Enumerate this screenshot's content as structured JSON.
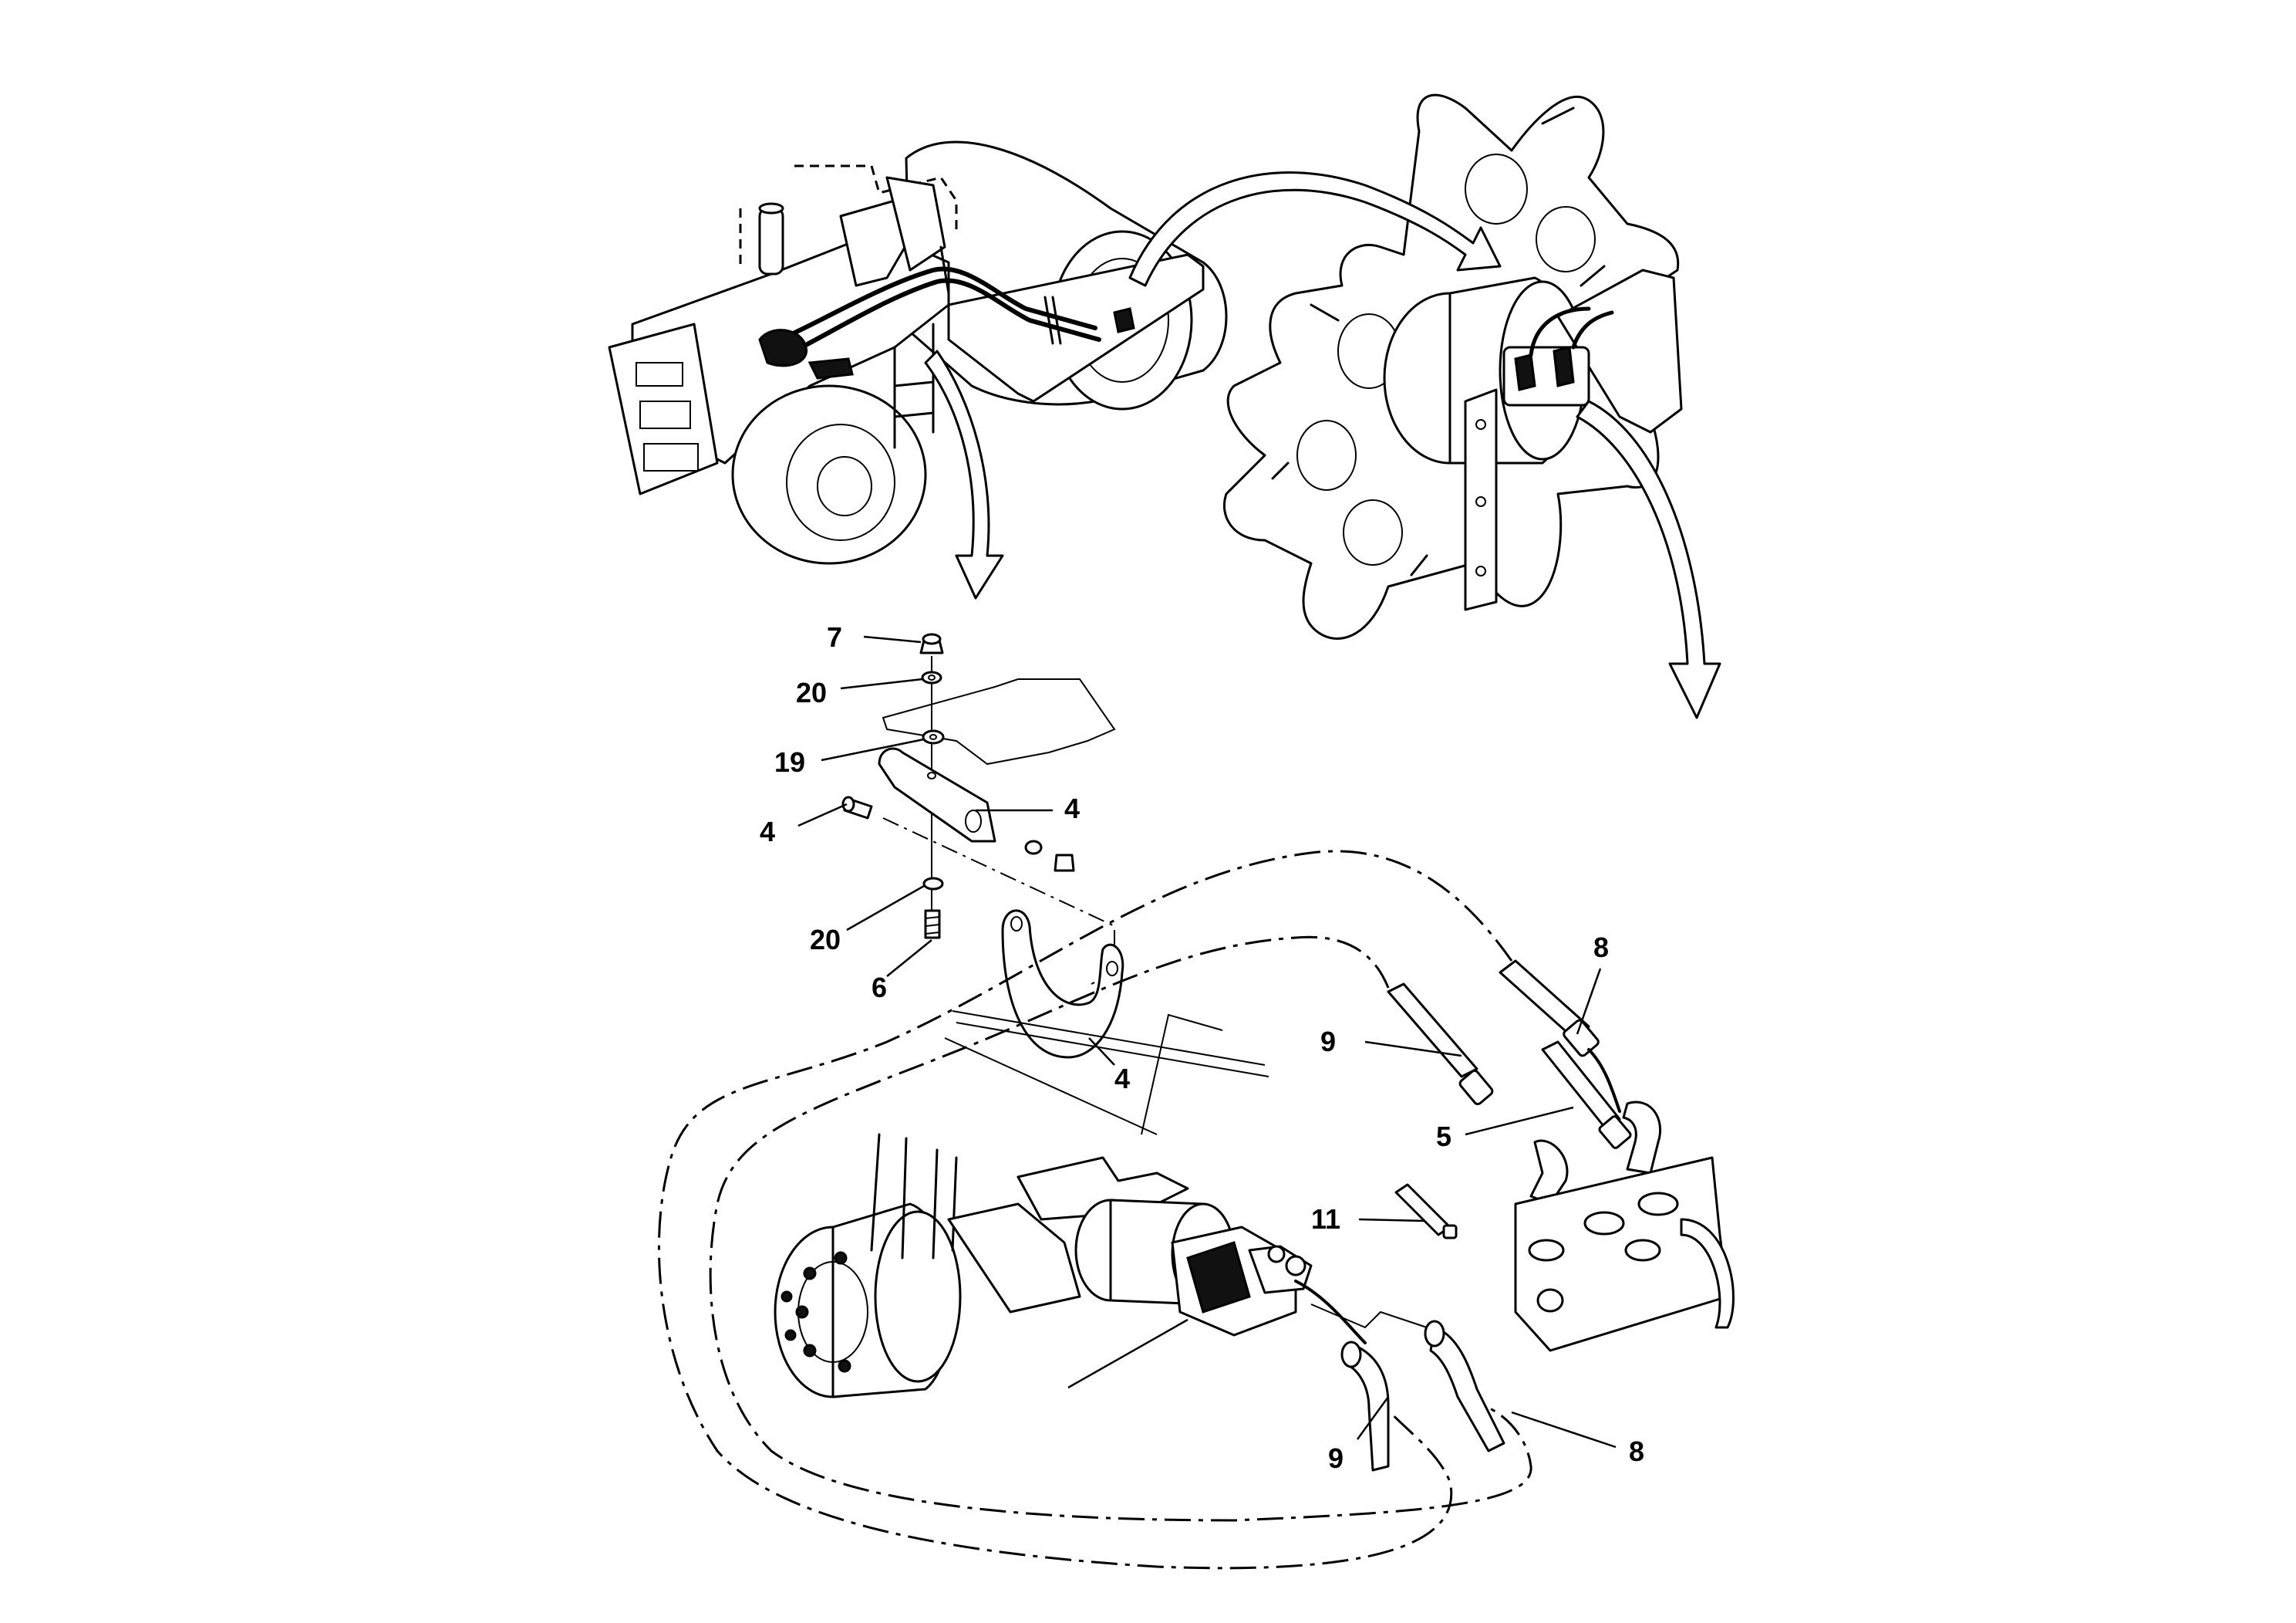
{
  "diagram": {
    "callouts": [
      {
        "id": "c7",
        "label": "7"
      },
      {
        "id": "c20a",
        "label": "20"
      },
      {
        "id": "c19",
        "label": "19"
      },
      {
        "id": "c4a",
        "label": "4"
      },
      {
        "id": "c4b",
        "label": "4"
      },
      {
        "id": "c20b",
        "label": "20"
      },
      {
        "id": "c6",
        "label": "6"
      },
      {
        "id": "c4c",
        "label": "4"
      },
      {
        "id": "c8a",
        "label": "8"
      },
      {
        "id": "c9a",
        "label": "9"
      },
      {
        "id": "c5",
        "label": "5"
      },
      {
        "id": "c11",
        "label": "11"
      },
      {
        "id": "c9b",
        "label": "9"
      },
      {
        "id": "c8b",
        "label": "8"
      }
    ]
  }
}
